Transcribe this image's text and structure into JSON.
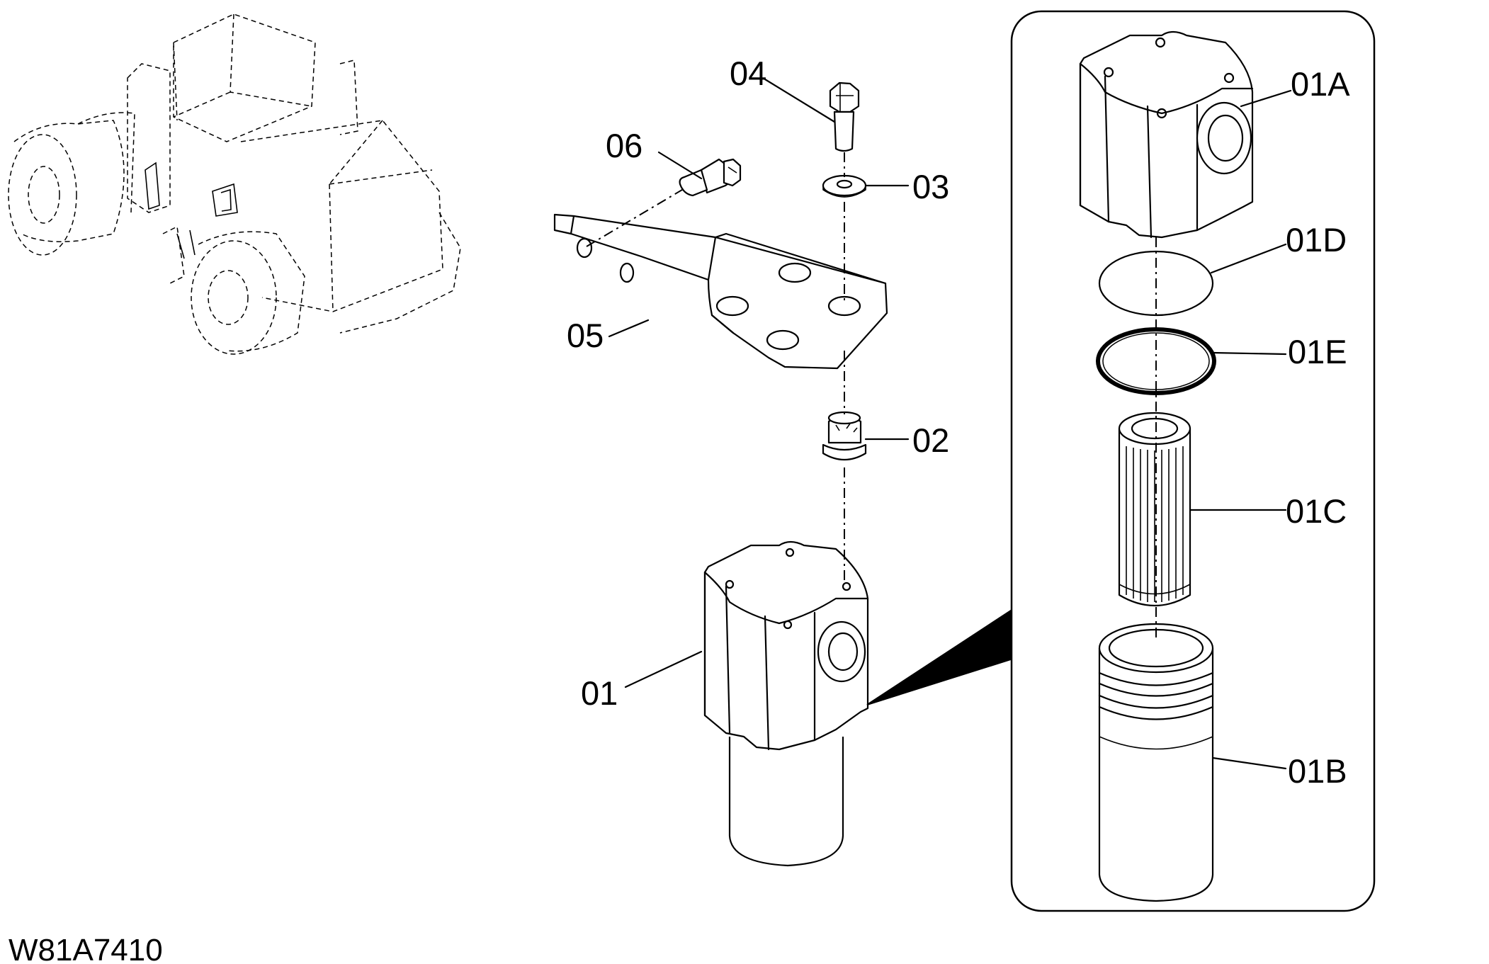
{
  "drawing_code": "W81A7410",
  "parts": [
    {
      "id": "01",
      "label": "01"
    },
    {
      "id": "01A",
      "label": "01A"
    },
    {
      "id": "01B",
      "label": "01B"
    },
    {
      "id": "01C",
      "label": "01C"
    },
    {
      "id": "01D",
      "label": "01D"
    },
    {
      "id": "01E",
      "label": "01E"
    },
    {
      "id": "02",
      "label": "02"
    },
    {
      "id": "03",
      "label": "03"
    },
    {
      "id": "04",
      "label": "04"
    },
    {
      "id": "05",
      "label": "05"
    },
    {
      "id": "06",
      "label": "06"
    }
  ]
}
